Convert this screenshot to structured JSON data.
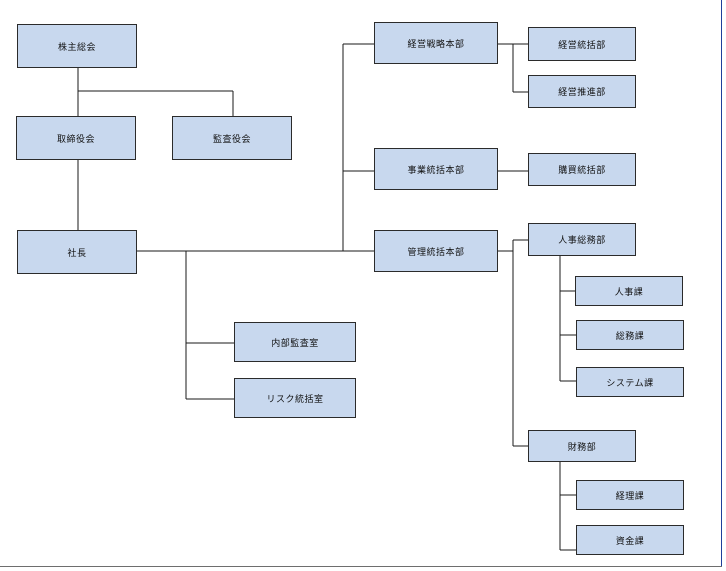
{
  "org_chart": {
    "shareholders": "株主総会",
    "board": "取締役会",
    "auditors": "監査役会",
    "president": "社長",
    "internal_audit": "内部監査室",
    "risk_management": "リスク統括室",
    "strategy_hq": "経営戦略本部",
    "business_hq": "事業統括本部",
    "admin_hq": "管理統括本部",
    "management_control": "経営統括部",
    "management_promotion": "経営推進部",
    "procurement": "購買統括部",
    "hr_general_affairs": "人事総務部",
    "personnel_section": "人事課",
    "general_affairs_section": "総務課",
    "systems_section": "システム課",
    "finance": "財務部",
    "accounting_section": "経理課",
    "funds_section": "資金課"
  }
}
